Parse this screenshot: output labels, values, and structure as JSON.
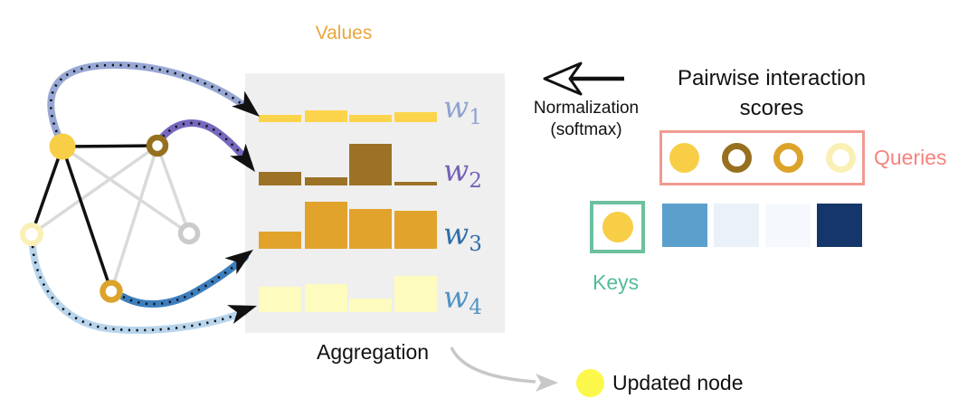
{
  "values_panel": {
    "title": "Values",
    "title_color": "#E8A73C",
    "aggregation_label": "Aggregation",
    "box_bg": "#EFEFEF"
  },
  "chart_data": {
    "type": "bar",
    "title": "Values",
    "units": "px (bar heights measured on screen, row pitch 70px)",
    "rows": [
      {
        "label": "w",
        "sub": "1",
        "label_color": "#8FA3D0",
        "bar_color": "#FCD44C",
        "values": [
          8,
          13,
          8,
          11
        ]
      },
      {
        "label": "w",
        "sub": "2",
        "label_color": "#7561B8",
        "bar_color": "#9C7227",
        "values": [
          15,
          9,
          46,
          4
        ]
      },
      {
        "label": "w",
        "sub": "3",
        "label_color": "#2F6FA8",
        "bar_color": "#E2A32C",
        "values": [
          19,
          52,
          44,
          42
        ]
      },
      {
        "label": "w",
        "sub": "4",
        "label_color": "#4F93C5",
        "bar_color": "#FDFBBE",
        "values": [
          28,
          31,
          15,
          40
        ]
      }
    ]
  },
  "normalization": {
    "line1": "Normalization",
    "line2": "(softmax)"
  },
  "pairwise": {
    "line1": "Pairwise interaction",
    "line2": "scores"
  },
  "queries": {
    "label": "Queries",
    "box_color": "#F09A92",
    "label_color": "#F5837D",
    "items": [
      {
        "type": "filled",
        "color": "#F7CE46"
      },
      {
        "type": "ring",
        "color": "#97701F"
      },
      {
        "type": "ring",
        "color": "#DCA32B"
      },
      {
        "type": "ring",
        "color": "#FAF0B5"
      }
    ]
  },
  "keys": {
    "label": "Keys",
    "box_color": "#6CC09E",
    "label_color": "#54BD97",
    "key_node_color": "#F7CE46",
    "score_colors": [
      "#5B9FCC",
      "#EAF1F9",
      "#F5F9FD",
      "#15366B"
    ]
  },
  "updated_node": {
    "label": "Updated node",
    "color": "#FBF84B"
  },
  "graph": {
    "nodes": {
      "query": "#F7CE46",
      "brown": "#97701F",
      "pale": "#FAF0B5",
      "gray": "#CBCBCB",
      "gold": "#DCA32B"
    },
    "edges": {
      "active": "#111111",
      "inactive": "#DADADA"
    },
    "arcs": {
      "w1": "#98A8D5",
      "w2": "#7668BE",
      "w3": "#3D7EBD",
      "w4": "#B8D5EC"
    }
  }
}
